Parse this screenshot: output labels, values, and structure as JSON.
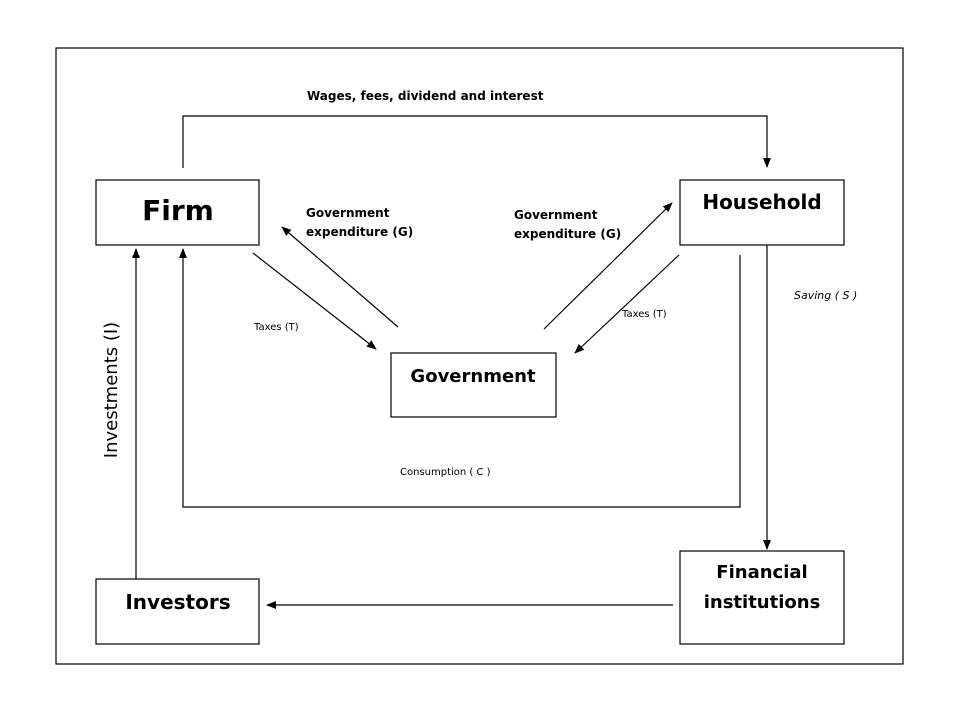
{
  "nodes": {
    "firm": "Firm",
    "household": "Household",
    "government": "Government",
    "investors": "Investors",
    "financial": [
      "Financial",
      "institutions"
    ]
  },
  "flows": {
    "wages": "Wages, fees, dividend and interest",
    "gov_exp_firm": [
      "Government",
      "expenditure (G)"
    ],
    "gov_exp_household": [
      "Government",
      "expenditure (G)"
    ],
    "taxes_firm": "Taxes (T)",
    "taxes_household": "Taxes (T)",
    "saving": "Saving ( S )",
    "consumption": "Consumption ( C )",
    "investments": "Investments (I)"
  }
}
